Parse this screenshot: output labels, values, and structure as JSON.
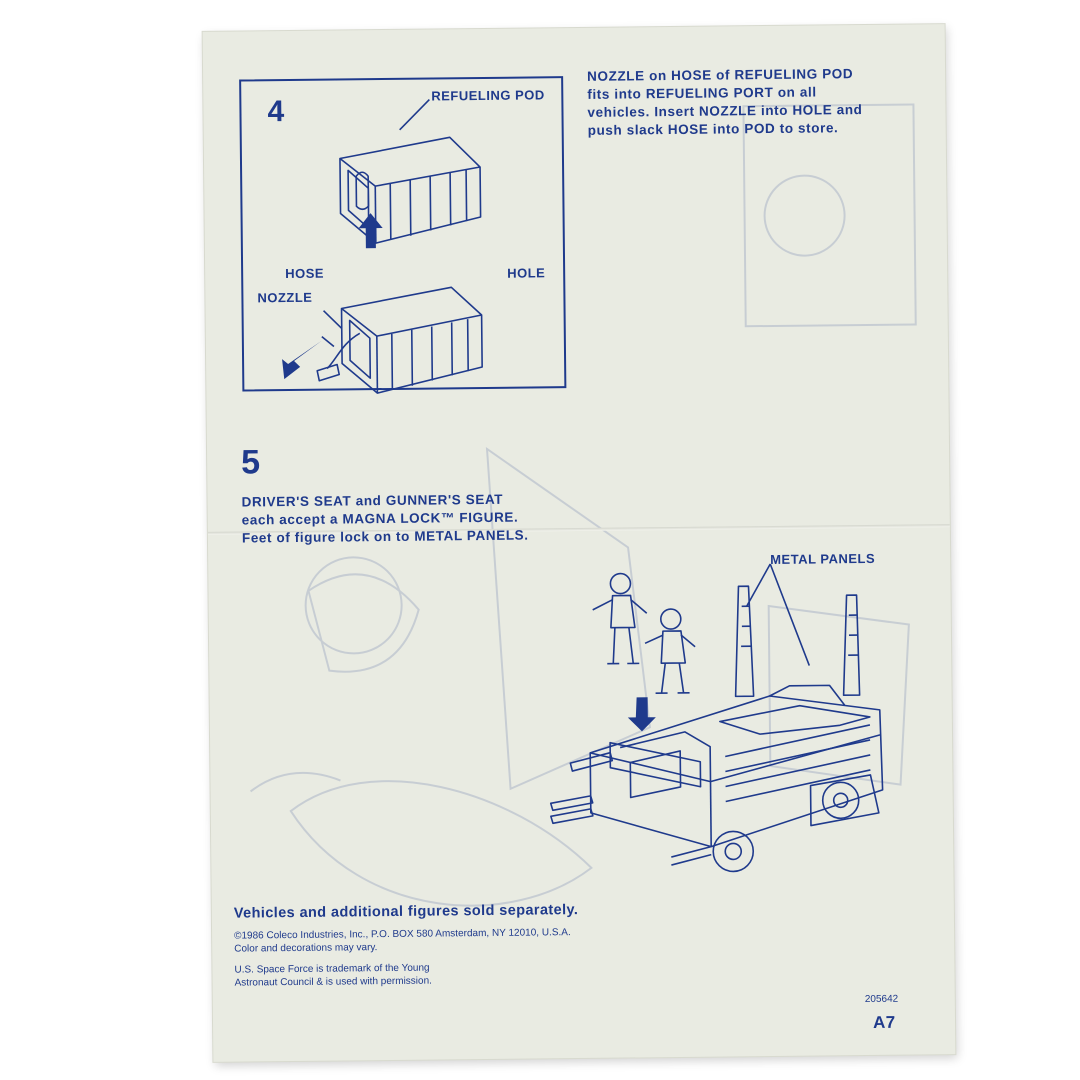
{
  "step4": {
    "number": "4",
    "callouts": {
      "refueling_pod": "REFUELING POD",
      "hose": "HOSE",
      "nozzle": "NOZZLE",
      "hole": "HOLE"
    },
    "instructions": [
      "NOZZLE on HOSE of REFUELING POD",
      "fits into REFUELING PORT on all",
      "vehicles. Insert NOZZLE into HOLE and",
      "push slack HOSE into POD to store."
    ]
  },
  "step5": {
    "number": "5",
    "instructions": [
      "DRIVER'S SEAT and GUNNER'S SEAT",
      "each accept a MAGNA LOCK™ FIGURE.",
      "Feet of figure lock on to METAL PANELS."
    ],
    "callouts": {
      "metal_panels": "METAL PANELS"
    }
  },
  "footer": {
    "sold_separately": "Vehicles and additional figures sold separately.",
    "copyright": [
      "©1986 Coleco Industries, Inc., P.O. BOX 580 Amsterdam, NY 12010, U.S.A.",
      "Color and decorations may vary."
    ],
    "trademark": [
      "U.S. Space Force is trademark of the Young",
      "Astronaut Council & is used with permission."
    ],
    "part_number": "205642",
    "code": "A7"
  },
  "colors": {
    "ink": "#1f3a8c",
    "paper": "#e9ebe2"
  }
}
